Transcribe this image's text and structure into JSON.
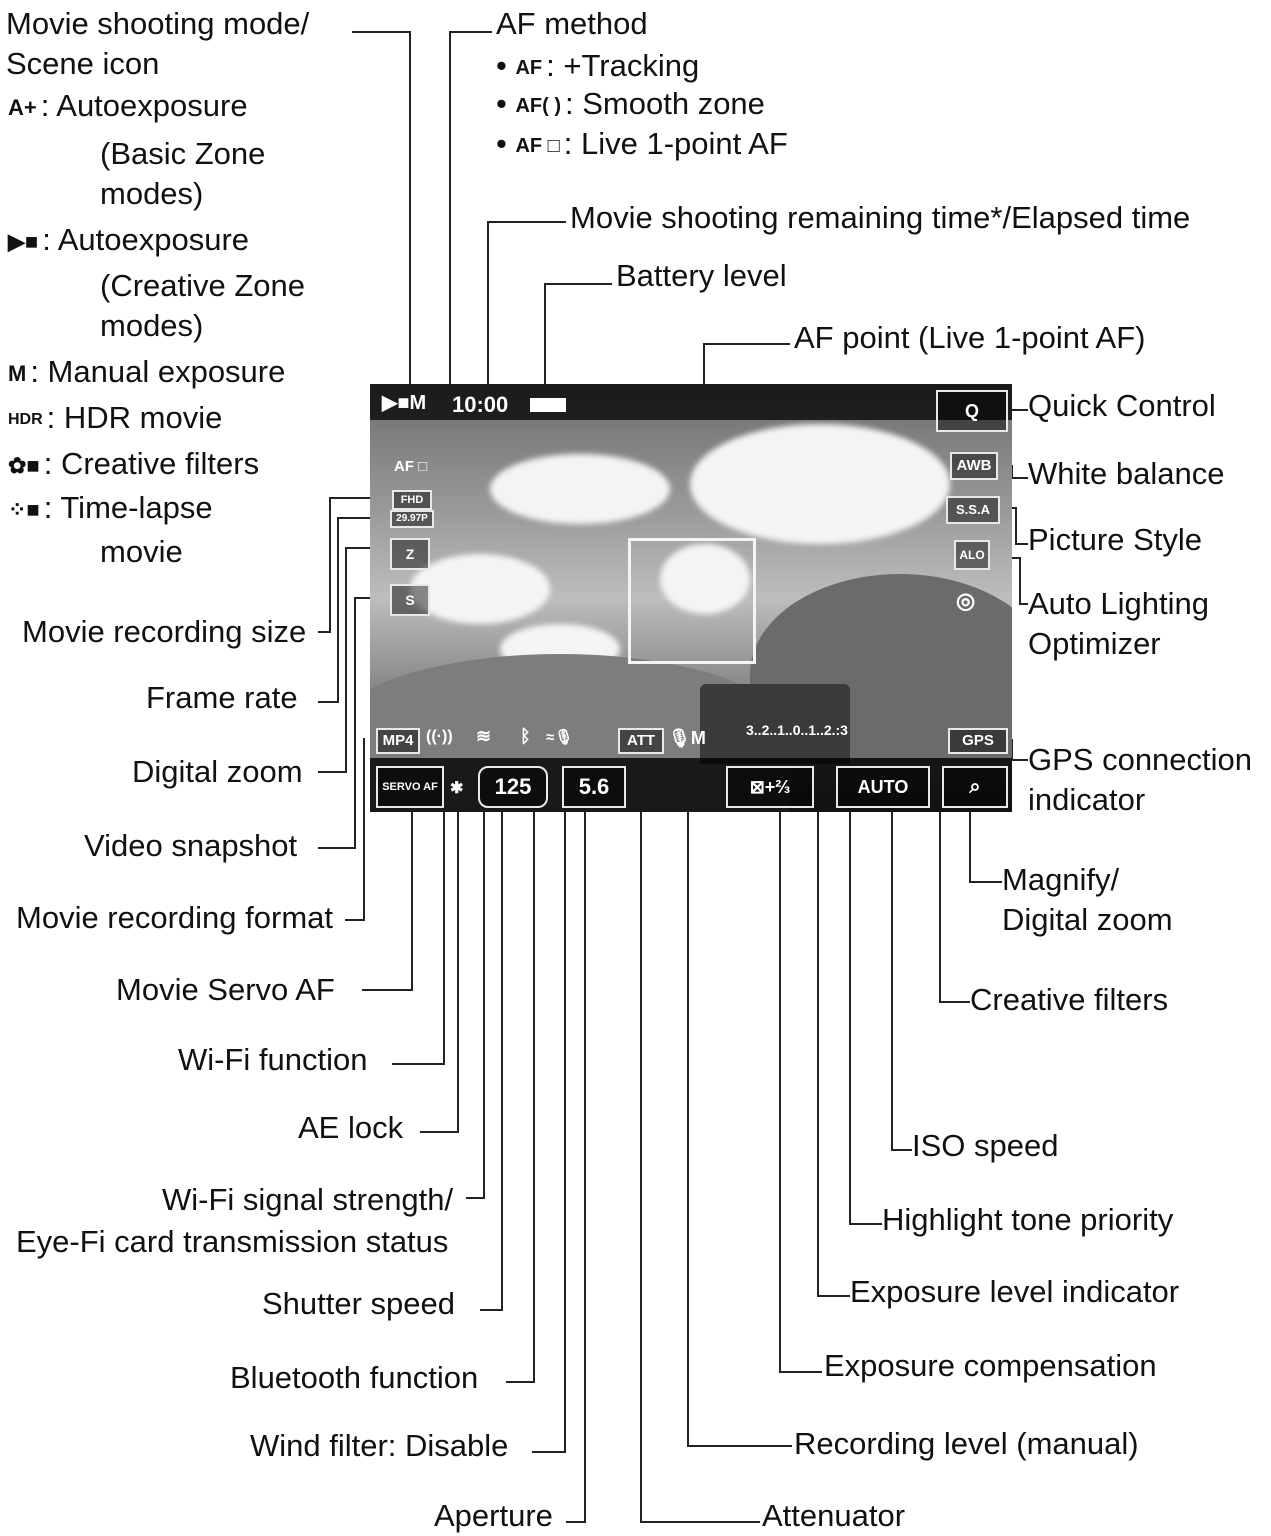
{
  "left_labels": {
    "mode_title_line1": "Movie shooting mode/",
    "mode_title_line2": "Scene icon",
    "mode_autoexp_basic_icon": "A+",
    "mode_autoexp_basic": ": Autoexposure",
    "mode_autoexp_basic_sub1": "(Basic Zone",
    "mode_autoexp_basic_sub2": "modes)",
    "mode_autoexp_creative": ": Autoexposure",
    "mode_autoexp_creative_sub1": "(Creative Zone",
    "mode_autoexp_creative_sub2": "modes)",
    "mode_manual_icon": "M",
    "mode_manual": ": Manual exposure",
    "mode_hdr_icon": "HDR",
    "mode_hdr": ": HDR movie",
    "mode_creative_filters": ": Creative filters",
    "mode_timelapse": ": Time-lapse",
    "mode_timelapse_sub": "movie",
    "movie_recording_size": "Movie recording size",
    "frame_rate": "Frame rate",
    "digital_zoom": "Digital zoom",
    "video_snapshot": "Video snapshot",
    "movie_recording_format": "Movie recording format",
    "movie_servo_af": "Movie Servo AF",
    "wifi_function": "Wi-Fi function",
    "ae_lock": "AE lock",
    "wifi_signal_line1": "Wi-Fi signal strength/",
    "wifi_signal_line2": "Eye-Fi card transmission status",
    "shutter_speed": "Shutter speed",
    "bluetooth_function": "Bluetooth function",
    "wind_filter": "Wind filter: Disable",
    "aperture": "Aperture"
  },
  "top_labels": {
    "af_method": "AF method",
    "af_tracking_icon": "AF",
    "af_tracking": ": +Tracking",
    "af_smooth_icon": "AF( )",
    "af_smooth": ": Smooth zone",
    "af_live_icon": "AF □",
    "af_live": ": Live 1-point AF",
    "remaining_time": "Movie shooting remaining time*/Elapsed time",
    "battery_level": "Battery level",
    "af_point": "AF point (Live 1-point AF)"
  },
  "right_labels": {
    "quick_control": "Quick Control",
    "white_balance": "White balance",
    "picture_style": "Picture Style",
    "alo_line1": "Auto Lighting",
    "alo_line2": "Optimizer",
    "gps_line1": "GPS connection",
    "gps_line2": "indicator",
    "magnify_line1": "Magnify/",
    "magnify_line2": "Digital zoom",
    "creative_filters": "Creative filters",
    "iso_speed": "ISO speed",
    "highlight_tone": "Highlight tone priority",
    "exposure_level": "Exposure level indicator",
    "exposure_comp": "Exposure compensation",
    "recording_level": "Recording level (manual)",
    "attenuator": "Attenuator"
  },
  "screen": {
    "mode_icon": "M",
    "time": "10:00",
    "af_indicator": "AF □",
    "quick_icon": "Q",
    "wb": "AWB",
    "picture_style": "S.S.A",
    "alo": "ALO",
    "size": "FHD",
    "fps": "29.97P",
    "zoom": "Z",
    "snapshot": "S",
    "format": "MP4",
    "servo": "SERVO AF",
    "ae_lock": "✱",
    "shutter": "125",
    "aperture": "5.6",
    "attenuator": "ATT",
    "rec_level": "M",
    "exp_scale": "3..2..1..0..1..2.:3",
    "exp_comp": "+⅔",
    "iso": "AUTO",
    "gps": "GPS",
    "magnify": "🔍"
  }
}
